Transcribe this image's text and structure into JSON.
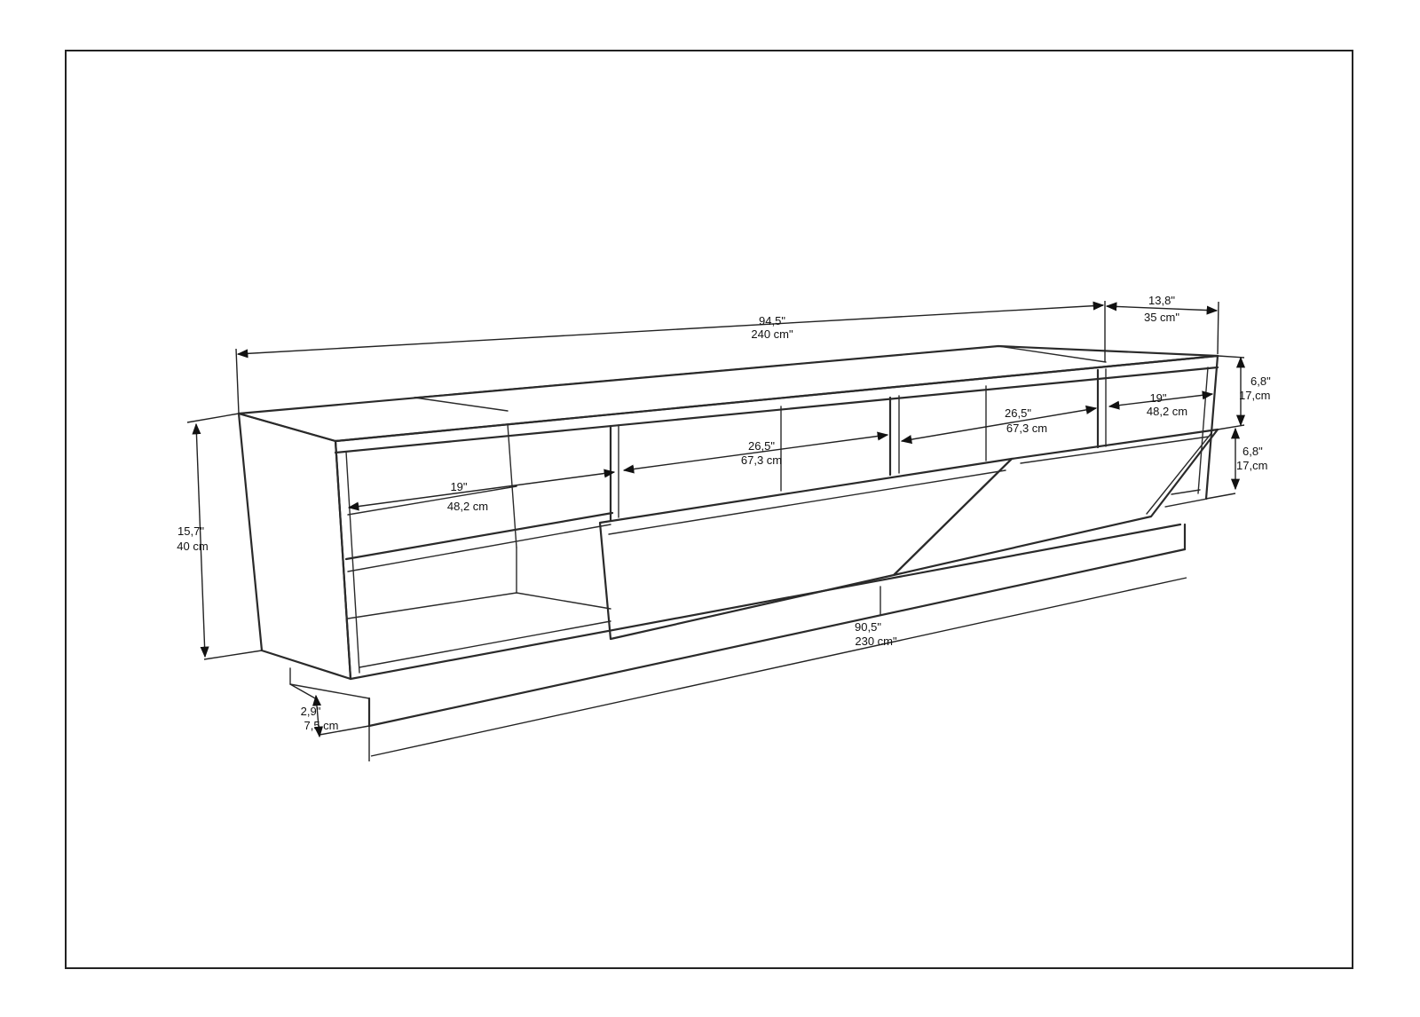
{
  "colors": {
    "line": "#2a2a2a",
    "background": "#ffffff"
  },
  "dimensions": {
    "total_width": {
      "inch": "94,5\"",
      "metric": "240 cm\""
    },
    "depth": {
      "inch": "13,8\"",
      "metric": "35 cm\""
    },
    "side_height": {
      "inch": "6,8\"",
      "metric": "17,cm"
    },
    "side_shelf_width": {
      "inch": "19\"",
      "metric": "48,2 cm"
    },
    "drawer_height": {
      "inch": "6,8\"",
      "metric": "17,cm"
    },
    "center_left_width": {
      "inch": "26,5\"",
      "metric": "67,3 cm"
    },
    "center_right_width": {
      "inch": "26,5\"",
      "metric": "67,3 cm"
    },
    "left_shelf_width": {
      "inch": "19\"",
      "metric": "48,2 cm"
    },
    "total_height": {
      "inch": "15,7\"",
      "metric": "40 cm"
    },
    "base_width": {
      "inch": "90,5\"",
      "metric": "230 cm\""
    },
    "base_height": {
      "inch": "2,9\"",
      "metric": "7,5 cm"
    }
  }
}
